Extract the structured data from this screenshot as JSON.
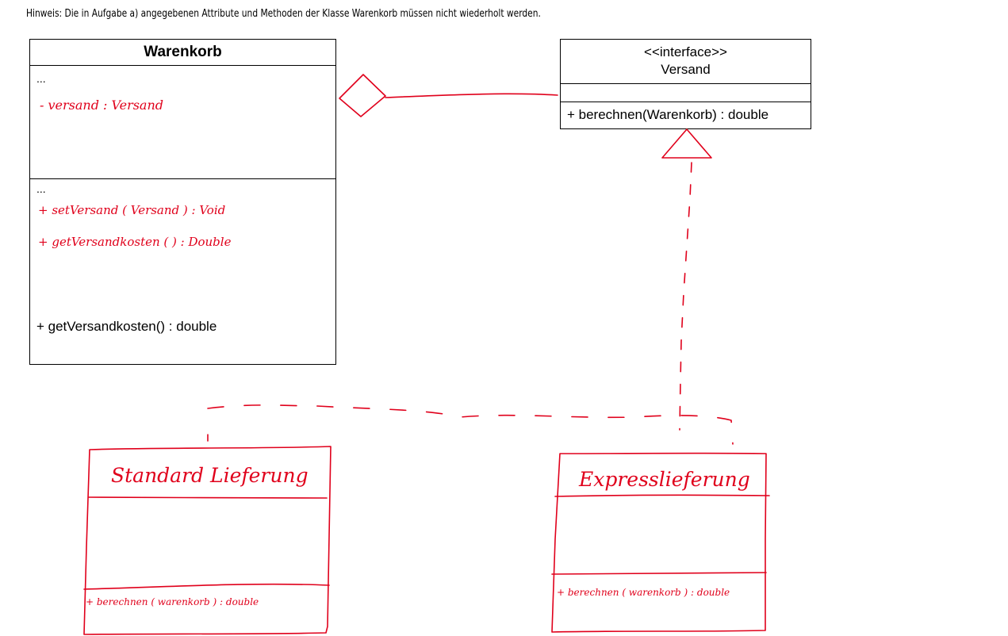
{
  "hint": "Hinweis: Die in Aufgabe a) angegebenen Attribute und Methoden der Klasse Warenkorb müssen nicht wiederholt werden.",
  "warenkorb": {
    "name": "Warenkorb",
    "attributes_ellipsis": "...",
    "handwritten_attribute": "- versand : Versand",
    "methods_ellipsis": "...",
    "handwritten_methods": [
      "+ setVersand ( Versand ) : Void",
      "+ getVersandkosten ( ) : Double"
    ],
    "method": "+ getVersandkosten() : double"
  },
  "versand": {
    "stereotype": "<<interface>>",
    "name": "Versand",
    "method": "+ berechnen(Warenkorb) : double"
  },
  "standard": {
    "name": "Standard Lieferung",
    "method": "+ berechnen ( warenkorb ) : double"
  },
  "express": {
    "name": "Expresslieferung",
    "method": "+ berechnen ( warenkorb ) : double"
  },
  "colors": {
    "ink": "#000000",
    "pen": "#e0001b"
  }
}
